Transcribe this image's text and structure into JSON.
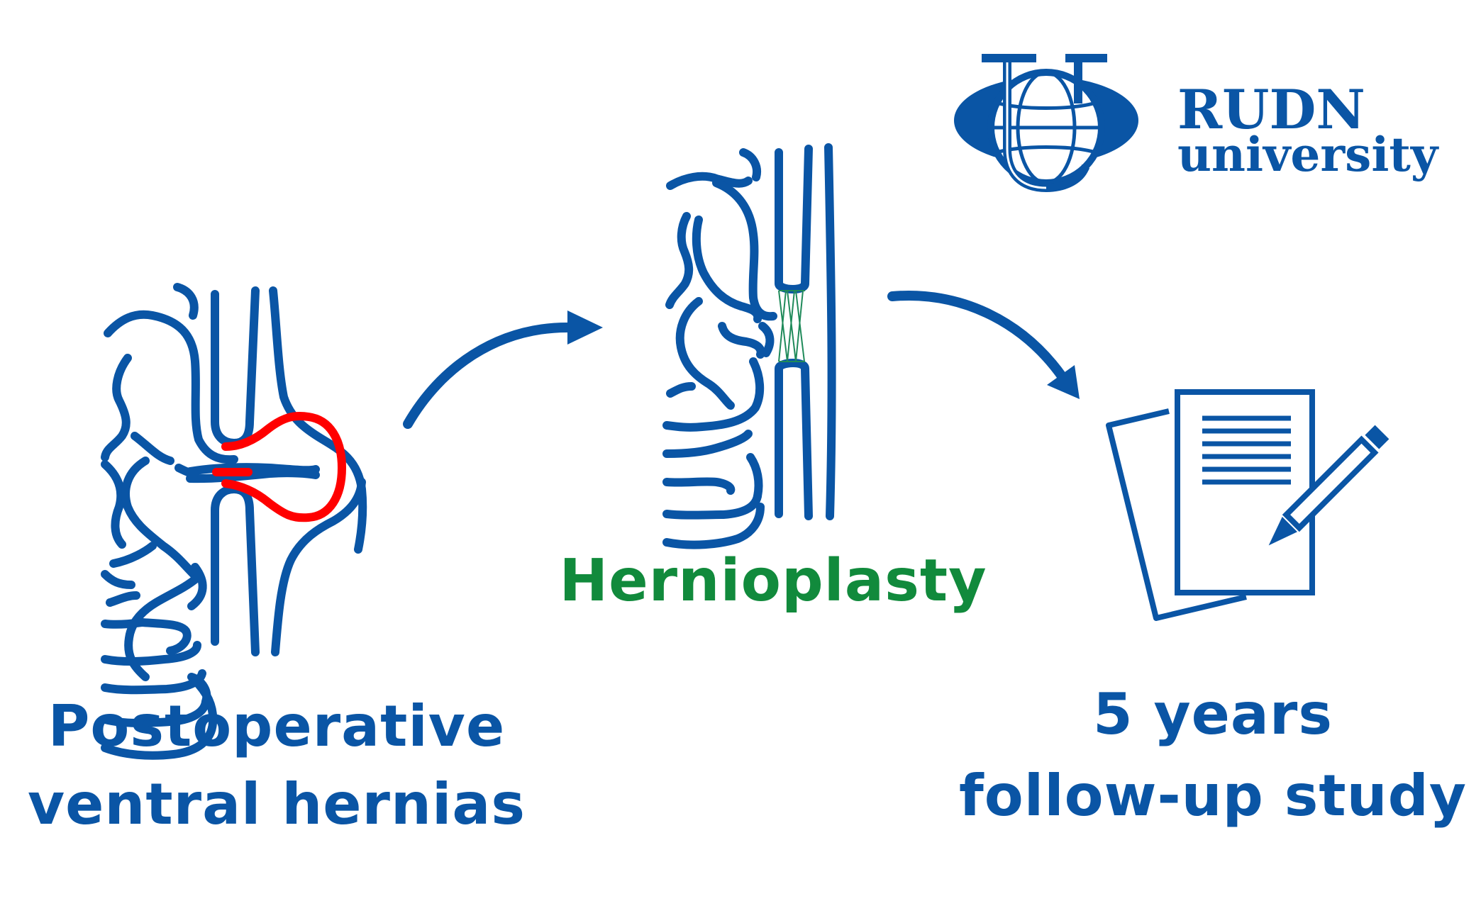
{
  "colors": {
    "blue": "#0a55a5",
    "green": "#118a3c",
    "red": "#ff0000",
    "mesh": "#1f8a5a"
  },
  "steps": [
    {
      "icon": "ventral-hernia-icon",
      "lines": [
        "Postoperative",
        "ventral hernias"
      ]
    },
    {
      "icon": "hernioplasty-mesh-icon",
      "lines": [
        "Hernioplasty"
      ]
    },
    {
      "icon": "document-pencil-icon",
      "lines": [
        "5 years",
        "follow-up study"
      ]
    }
  ],
  "logo": {
    "icon": "rudn-globe-logo",
    "line1": "RUDN",
    "line2": "university"
  }
}
